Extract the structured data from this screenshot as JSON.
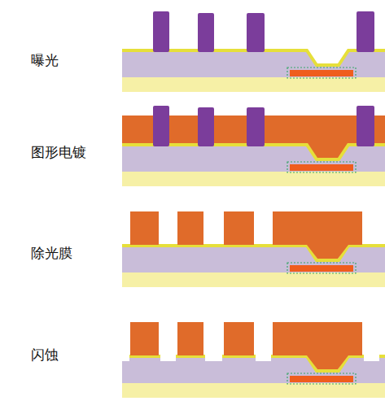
{
  "diagram": {
    "labels": [
      "曝光",
      "图形电镀",
      "除光膜",
      "闪蚀"
    ]
  }
}
